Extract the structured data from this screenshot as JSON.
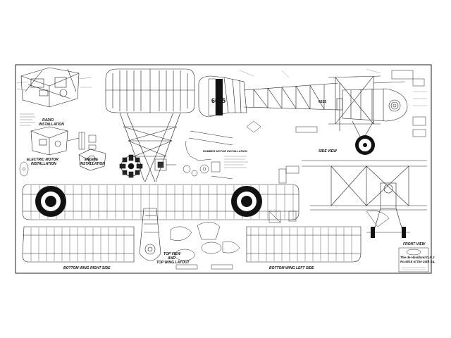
{
  "colors": {
    "paper": "#ffffff",
    "ink": "#111111"
  },
  "labels": {
    "serial_side": "6015",
    "serial_roundel": "6015",
    "radio": "RADIO",
    "radio_installation": "INSTALLATION",
    "electric_motor": "ELECTRIC MOTOR",
    "electric_installation": "INSTALLATION",
    "engine": "ENGINE",
    "engine_installation": "INSTALLATION",
    "rubber_motor": "RUBBER MOTOR INSTALLATION",
    "side_view": "SIDE VIEW",
    "front_view": "FRONT VIEW",
    "top_view_1": "TOP VIEW",
    "top_view_2": "AND",
    "top_view_3": "TOP WING LAYOUT",
    "bottom_right": "BOTTOM WING RIGHT SIDE",
    "bottom_left": "BOTTOM WING LEFT SIDE",
    "title_1": "The de Havilland D.H.2",
    "title_2": "No.6015 of the 24th Sq."
  }
}
